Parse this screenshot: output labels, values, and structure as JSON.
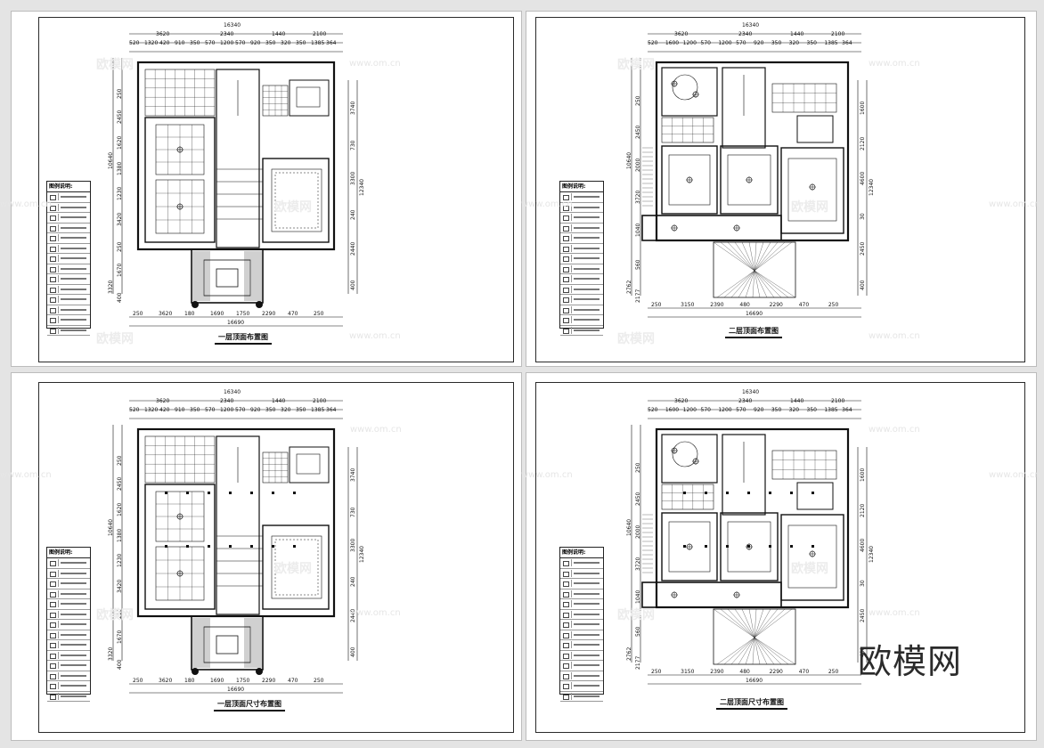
{
  "sheets": [
    {
      "title": "一层顶面布置图",
      "legend_title": "图例说明:"
    },
    {
      "title": "二层顶面布置图",
      "legend_title": "图例说明:"
    },
    {
      "title": "一层顶面尺寸布置图",
      "legend_title": "图例说明:"
    },
    {
      "title": "二层顶面尺寸布置图",
      "legend_title": "图例说明:"
    }
  ],
  "dims": {
    "total_width": "16340",
    "top_row1": [
      "3620",
      "2340",
      "1440",
      "2100"
    ],
    "top_row2_f1": [
      "520",
      "1320",
      "420",
      "910",
      "350",
      "570",
      "1200",
      "570",
      "920",
      "350",
      "320",
      "350",
      "1385",
      "364"
    ],
    "top_row2_f2": [
      "520",
      "1600",
      "1200",
      "570",
      "1200",
      "570",
      "920",
      "350",
      "320",
      "350",
      "1385",
      "364"
    ],
    "bottom_f1": [
      "250",
      "3620",
      "180",
      "1690",
      "1750",
      "2290",
      "470",
      "250"
    ],
    "bottom_f2": [
      "250",
      "3150",
      "2390",
      "480",
      "2290",
      "470",
      "250"
    ],
    "bottom_total": "16690",
    "left_f1": [
      "250",
      "2450",
      "1620",
      "1380",
      "1230",
      "3420",
      "250",
      "1670",
      "400"
    ],
    "left_total_f1": "10640",
    "left_extra_f1": "3320",
    "left_f2": [
      "250",
      "2450",
      "2000",
      "3720",
      "1040",
      "560",
      "2177"
    ],
    "left_total_f2": "10640",
    "left_extra_f2": "2762",
    "right_f1": [
      "3740",
      "730",
      "3300",
      "240",
      "2440",
      "400"
    ],
    "right_total": "12340",
    "right_f2": [
      "1600",
      "2120",
      "4600",
      "30",
      "2450",
      "400"
    ]
  },
  "watermark": {
    "url": "www.om.cn",
    "cn": "欧模网"
  },
  "brand": "欧模网"
}
